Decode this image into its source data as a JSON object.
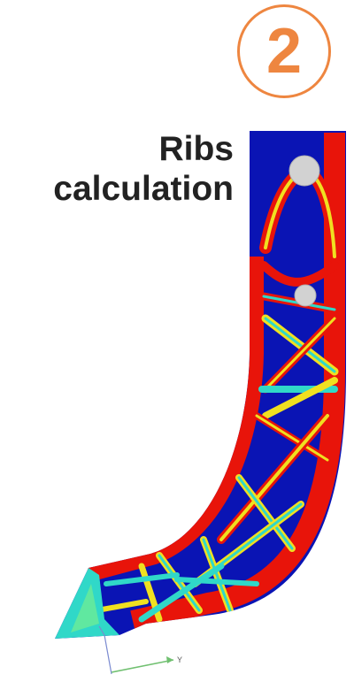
{
  "step": {
    "number": "2",
    "color": "#ee8640"
  },
  "title": {
    "line1": "Ribs",
    "line2": "calculation"
  },
  "figure": {
    "axis_label": "Y",
    "colors": {
      "background": "#0a14b4",
      "high": "#e8140a",
      "mid": "#f0e020",
      "low": "#30d8c8",
      "hole": "#d2d2d2"
    }
  }
}
